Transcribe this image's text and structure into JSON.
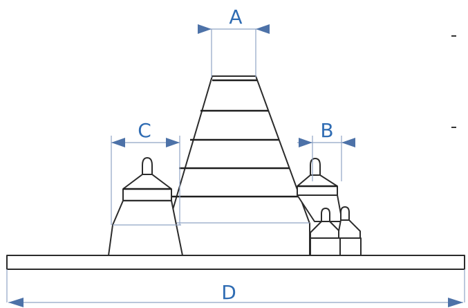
{
  "diagram": {
    "labels": {
      "a": "A",
      "b": "B",
      "c": "C",
      "d": "D"
    },
    "colors": {
      "outline": "#2b2b2b",
      "dimension_line": "#8fa3c4",
      "arrow": "#4d72a8",
      "label": "#2f6cb3",
      "background": "#ffffff"
    }
  }
}
